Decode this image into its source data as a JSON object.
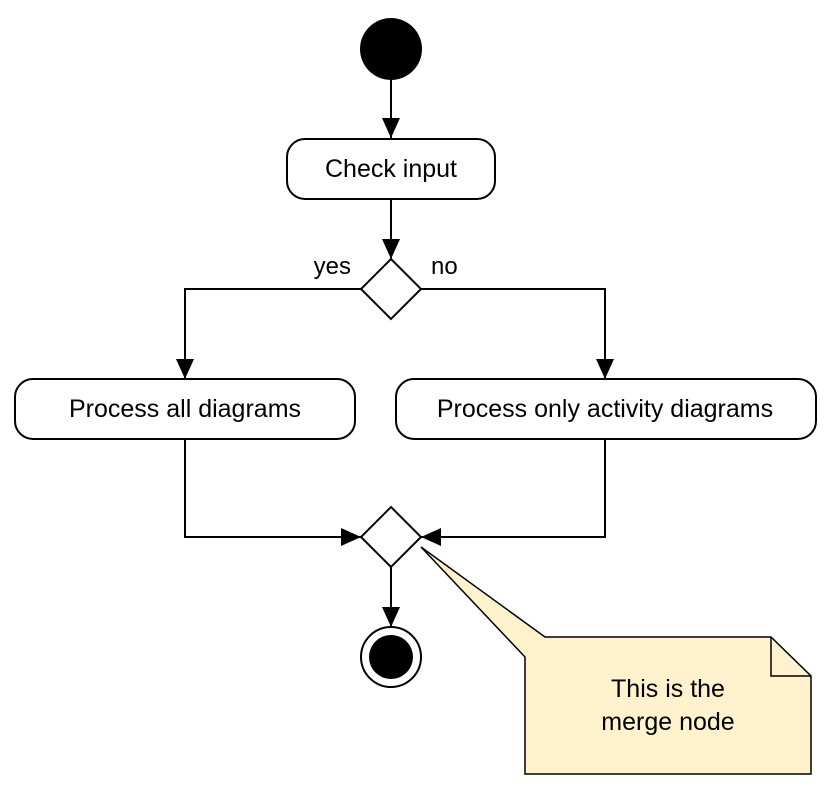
{
  "diagram": {
    "nodes": {
      "start": {
        "kind": "initial-node"
      },
      "check_input": {
        "label": "Check input"
      },
      "decision": {
        "kind": "decision-node"
      },
      "process_all": {
        "label": "Process all diagrams"
      },
      "process_activity": {
        "label": "Process only activity diagrams"
      },
      "merge": {
        "kind": "merge-node"
      },
      "end": {
        "kind": "final-node"
      }
    },
    "edges": {
      "yes_label": "yes",
      "no_label": "no"
    },
    "note": {
      "line1": "This is the",
      "line2": "merge node"
    },
    "colors": {
      "stroke": "#000000",
      "node_fill": "#ffffff",
      "note_fill": "#fff2cc",
      "note_stroke": "#000000"
    }
  }
}
